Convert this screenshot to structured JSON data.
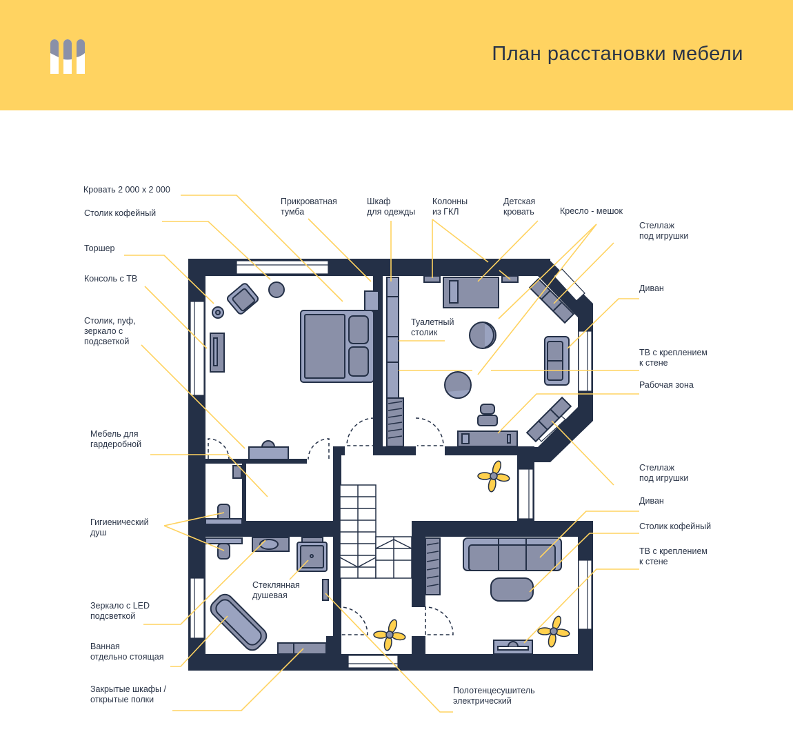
{
  "header": {
    "title": "План расстановки мебели",
    "logo": "three-bars-logo"
  },
  "colors": {
    "header_bg": "#FFD361",
    "wall": "#243047",
    "furniture": "#8A90A8",
    "furniture_light": "#9AA3C0",
    "leader_line": "#FFD361",
    "plant": "#FFD04D"
  },
  "labels": {
    "bed": [
      "Кровать 2 000 х 2 000"
    ],
    "coffee_table_1": [
      "Столик кофейный"
    ],
    "floor_lamp": [
      "Торшер"
    ],
    "tv_console": [
      "Консоль с ТВ"
    ],
    "vanity_set": [
      "Столик, пуф,",
      "зеркало с",
      "подсветкой"
    ],
    "wardrobe_furniture": [
      "Мебель для",
      "гардеробной"
    ],
    "hygienic_shower": [
      "Гигиенический",
      "душ"
    ],
    "led_mirror": [
      "Зеркало с LED",
      "подсветкой"
    ],
    "bathtub": [
      "Ванная",
      "отдельно стоящая"
    ],
    "cabinets": [
      "Закрытые шкафы /",
      "открытые полки"
    ],
    "nightstand": [
      "Прикроватная",
      "тумба"
    ],
    "closet": [
      "Шкаф",
      "для одежды"
    ],
    "columns": [
      "Колонны",
      "из ГКЛ"
    ],
    "kids_bed": [
      "Детская",
      "кровать"
    ],
    "bean_bag": [
      "Кресло - мешок"
    ],
    "toy_shelf_1": [
      "Стеллаж",
      "под игрушки"
    ],
    "sofa_1": [
      "Диван"
    ],
    "tv_wall_1": [
      "ТВ с креплением",
      "к стене"
    ],
    "work_zone": [
      "Рабочая зона"
    ],
    "toy_shelf_2": [
      "Стеллаж",
      "под игрушки"
    ],
    "sofa_2": [
      "Диван"
    ],
    "coffee_table_2": [
      "Столик кофейный"
    ],
    "tv_wall_2": [
      "ТВ с креплением",
      "к стене"
    ],
    "dressing_table": [
      "Туалетный",
      "столик"
    ],
    "glass_shower": [
      "Стеклянная",
      "душевая"
    ],
    "towel_heater": [
      "Полотенцесушитель",
      "электрический"
    ]
  }
}
